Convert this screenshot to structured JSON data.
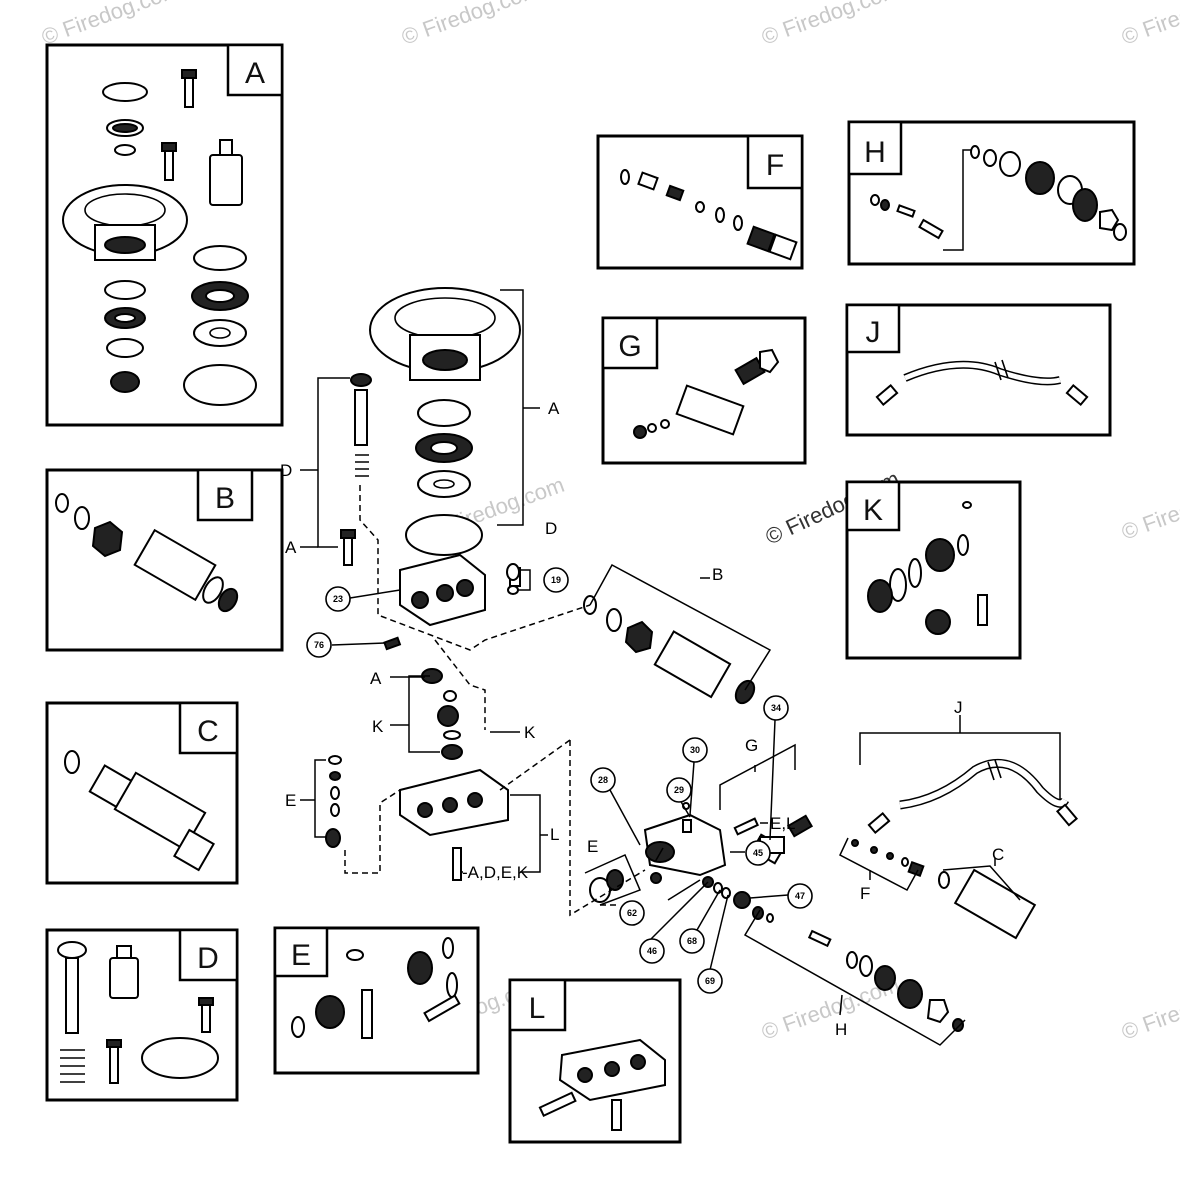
{
  "watermark": {
    "text": "© Firedog.com",
    "short_text": "Firedog.com"
  },
  "kits": {
    "A": "A",
    "B": "B",
    "C": "C",
    "D": "D",
    "E": "E",
    "F": "F",
    "G": "G",
    "H": "H",
    "J": "J",
    "K": "K",
    "L": "L"
  },
  "callouts": {
    "c19": "19",
    "c23": "23",
    "c76": "76",
    "c34": "34",
    "c30": "30",
    "c29": "29",
    "c28": "28",
    "c45": "45",
    "c47": "47",
    "c62": "62",
    "c46": "46",
    "c68": "68",
    "c69": "69"
  },
  "labels": {
    "A_top": "A",
    "D_right": "D",
    "D_left": "D",
    "A_left": "A",
    "B_main": "B",
    "A_mid": "A",
    "K_left": "K",
    "K_right": "K",
    "E_left": "E",
    "L_main": "L",
    "ADEK": "-A,D,E,K",
    "G_main": "G",
    "EL": "E,L",
    "J_main": "J",
    "E_right": "E",
    "C_main": "C",
    "F_main": "F",
    "H_main": "H"
  },
  "colors": {
    "line": "#000000",
    "watermark": "#c8c8c8",
    "background": "#ffffff"
  }
}
